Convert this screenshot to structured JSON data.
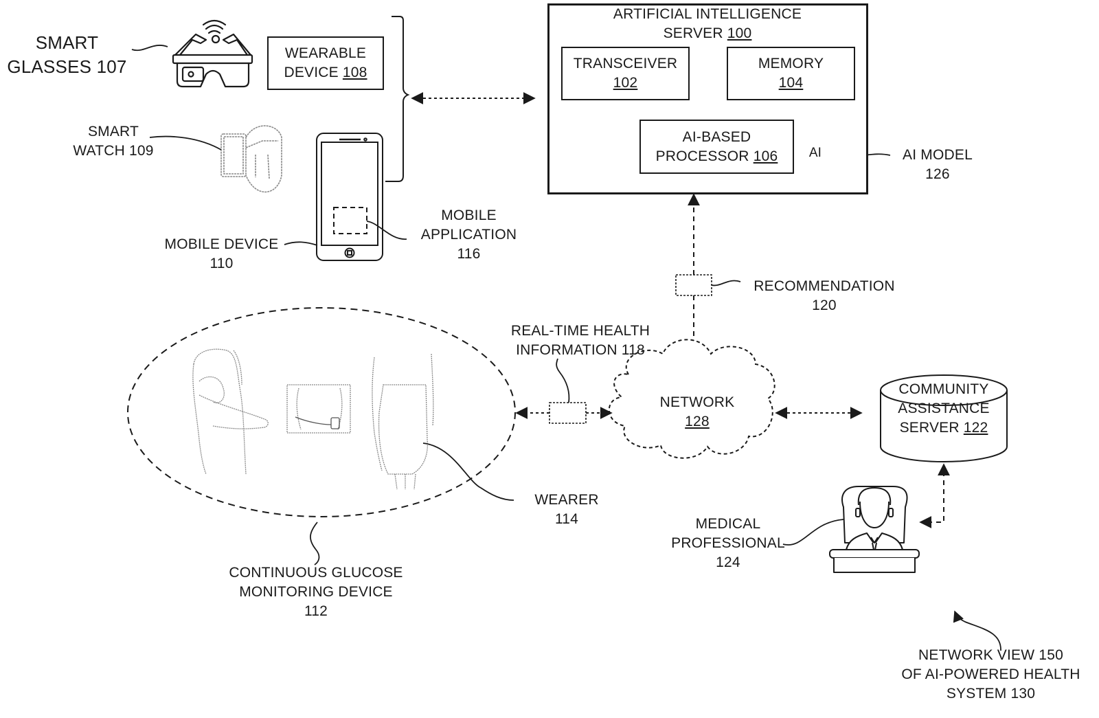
{
  "diagram": {
    "title": "Network view of AI-powered health system",
    "colors": {
      "stroke": "#1a1a1a",
      "background": "#ffffff",
      "sketch": "#8a8a8a"
    },
    "ai_server": {
      "title_line1": "ARTIFICIAL INTELLIGENCE",
      "title_line2": "SERVER",
      "ref": "100",
      "transceiver": {
        "label": "TRANSCEIVER",
        "ref": "102"
      },
      "memory": {
        "label": "MEMORY",
        "ref": "104"
      },
      "processor": {
        "label_line1": "AI-BASED",
        "label_line2": "PROCESSOR",
        "ref": "106"
      },
      "ai_chip_text": "AI"
    },
    "ai_model": {
      "line1": "AI MODEL",
      "line2": "126"
    },
    "wearable_device": {
      "label_line1": "WEARABLE",
      "label_line2": "DEVICE",
      "ref": "108"
    },
    "smart_glasses": {
      "line1": "SMART",
      "line2": "GLASSES 107"
    },
    "smart_watch": {
      "line1": "SMART",
      "line2": "WATCH 109"
    },
    "mobile_device": {
      "line1": "MOBILE DEVICE",
      "line2": "110"
    },
    "mobile_application": {
      "line1": "MOBILE",
      "line2": "APPLICATION",
      "line3": "116"
    },
    "recommendation": {
      "line1": "RECOMMENDATION",
      "line2": "120"
    },
    "real_time_health": {
      "line1": "REAL-TIME HEALTH",
      "line2": "INFORMATION 118"
    },
    "network": {
      "label": "NETWORK",
      "ref": "128"
    },
    "community_server": {
      "line1": "COMMUNITY",
      "line2": "ASSISTANCE",
      "line3": "SERVER",
      "ref": "122"
    },
    "medical_professional": {
      "line1": "MEDICAL",
      "line2": "PROFESSIONAL",
      "line3": "124"
    },
    "wearer": {
      "line1": "WEARER",
      "line2": "114"
    },
    "cgm_device": {
      "line1": "CONTINUOUS GLUCOSE",
      "line2": "MONITORING DEVICE",
      "line3": "112"
    },
    "network_view": {
      "line1": "NETWORK VIEW 150",
      "line2": "OF AI-POWERED HEALTH",
      "line3": "SYSTEM 130"
    }
  }
}
